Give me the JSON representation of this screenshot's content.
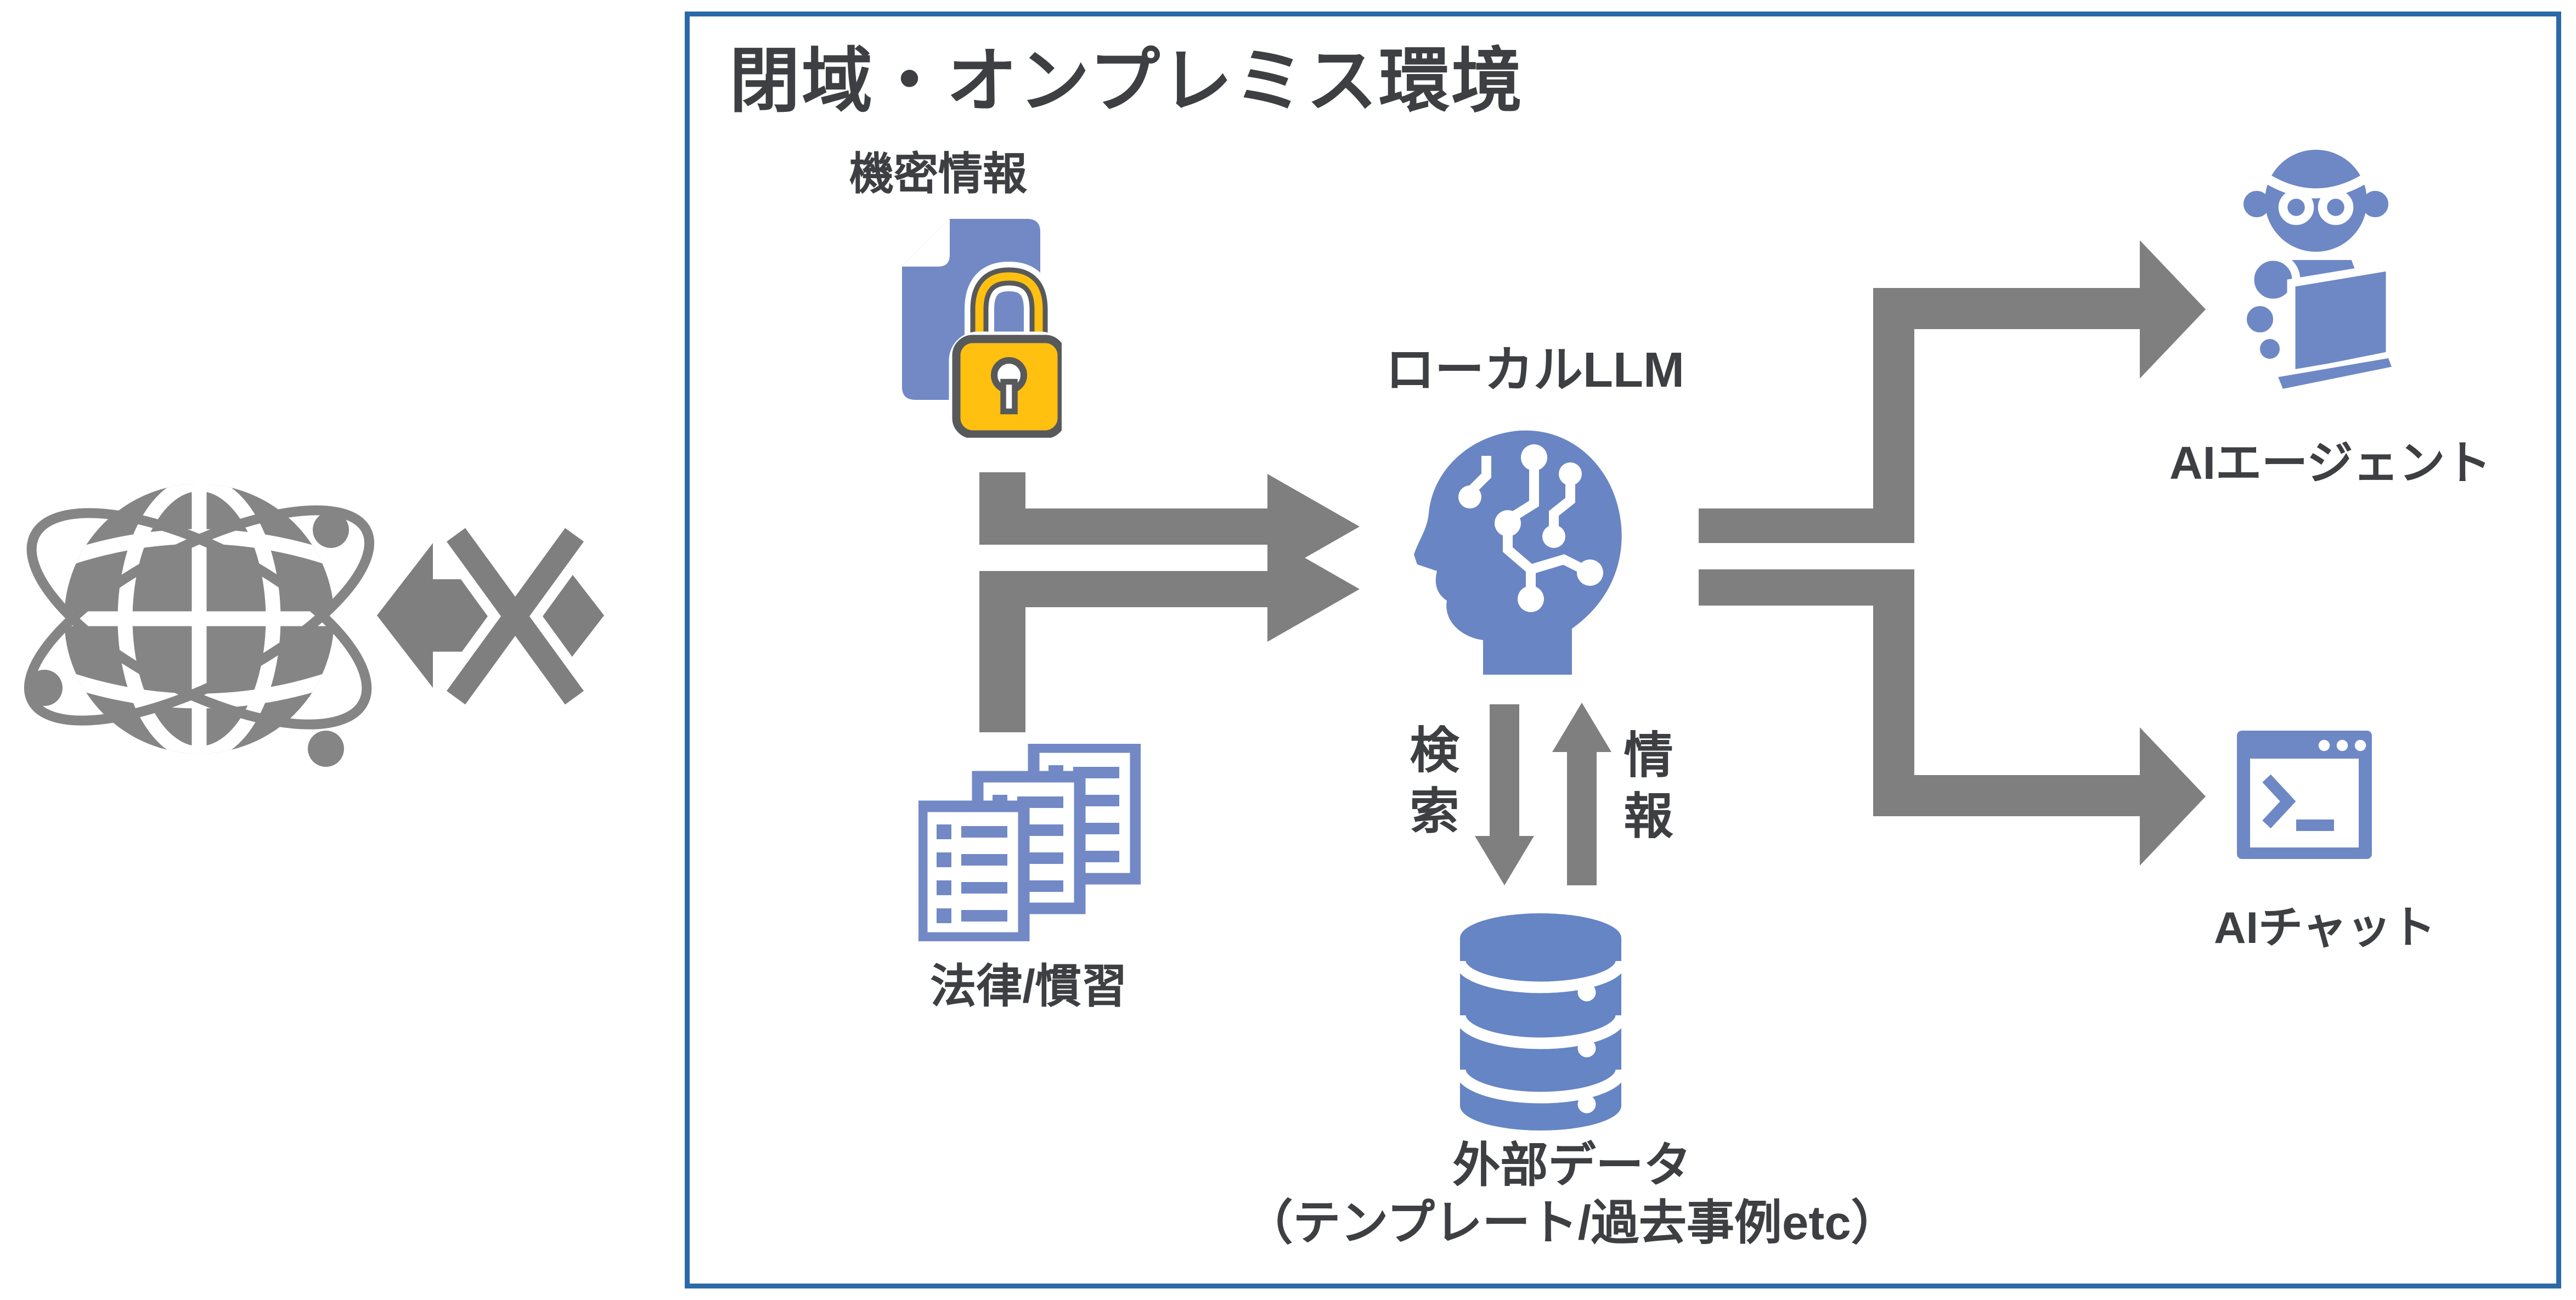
{
  "title": "閉域・オンプレミス環境",
  "nodes": {
    "internet": {
      "icon": "globe-network-icon"
    },
    "blocked_link": {
      "icon": "blocked-bidirectional-arrow-icon"
    },
    "confidential": {
      "label": "機密情報",
      "icon": "locked-document-icon"
    },
    "laws": {
      "label": "法律/慣習",
      "icon": "document-stack-icon"
    },
    "llm": {
      "label": "ローカルLLM",
      "icon": "head-circuit-icon"
    },
    "external_data": {
      "label_line1": "外部データ",
      "label_line2": "（テンプレート/過去事例etc）",
      "icon": "database-icon"
    },
    "ai_agent": {
      "label": "AIエージェント",
      "icon": "robot-icon"
    },
    "ai_chat": {
      "label": "AIチャット",
      "icon": "terminal-window-icon"
    }
  },
  "edges": {
    "search_label": "検索",
    "info_label": "情報"
  },
  "colors": {
    "box_border": "#2b6aa6",
    "arrow_gray": "#7f7f7f",
    "globe_gray": "#858585",
    "icon_blue": "#6e88c5",
    "doc_blue": "#7289c6",
    "head_blue": "#6985c3",
    "db_blue": "#6585c4",
    "lock_gold": "#ffc010",
    "lock_outline": "#58595b",
    "text_dark": "#3d3f42"
  }
}
